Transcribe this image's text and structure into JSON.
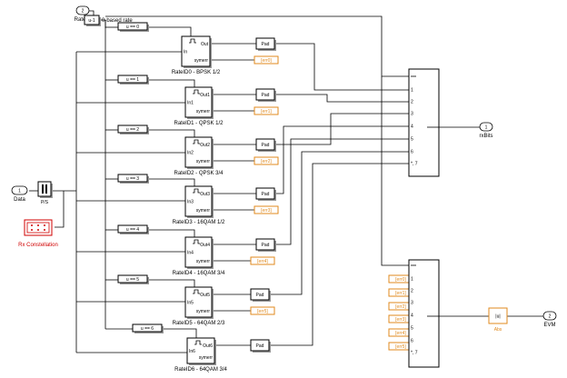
{
  "inports": [
    {
      "number": "2",
      "label": "RateID"
    },
    {
      "number": "1",
      "label": "Data"
    }
  ],
  "outports": [
    {
      "number": "1",
      "label": "rxBits"
    },
    {
      "number": "2",
      "label": "EVM"
    }
  ],
  "rate_offset": {
    "label": "u-1",
    "annotation": "0-based rate"
  },
  "ps_block": {
    "label": "P/S"
  },
  "constellation": {
    "label": "Rx Constellation"
  },
  "rate_compare_labels": [
    "u == 0",
    "u == 1",
    "u == 2",
    "u == 3",
    "u == 4",
    "u == 5",
    "u == 6"
  ],
  "demods": [
    {
      "name": "RateID0 - BPSK 1/2",
      "out": "Out",
      "in": "In",
      "symerr": "symerr"
    },
    {
      "name": "RateID1 - QPSK 1/2",
      "out": "Out1",
      "in": "In1",
      "symerr": "symerr"
    },
    {
      "name": "RateID2 - QPSK 3/4",
      "out": "Out2",
      "in": "In2",
      "symerr": "symerr"
    },
    {
      "name": "RateID3 - 16QAM 1/2",
      "out": "Out3",
      "in": "In3",
      "symerr": "symerr"
    },
    {
      "name": "RateID4 - 16QAM 3/4",
      "out": "Out4",
      "in": "In4",
      "symerr": "symerr"
    },
    {
      "name": "RateID5 - 64QAM 2/3",
      "out": "Out5",
      "in": "In5",
      "symerr": "symerr"
    },
    {
      "name": "RateID6 - 64QAM 3/4",
      "out": "Out6",
      "in": "In6",
      "symerr": "symerr"
    }
  ],
  "pad_label": "Pad",
  "goto_tags": [
    "[err0]",
    "[err1]",
    "[err2]",
    "[err3]",
    "[err4]",
    "[err5]"
  ],
  "from_tags": [
    "[err0]",
    "[err1]",
    "[err2]",
    "[err3]",
    "[err4]",
    "[err5]"
  ],
  "switch_port_labels": [
    "1",
    "2",
    "3",
    "4",
    "5",
    "6",
    "*, 7"
  ],
  "abs_block": {
    "symbol": "|u|",
    "label": "Abs"
  },
  "colors": {
    "wire": "#000000",
    "tag": "#e08a1e",
    "scope": "#d00000"
  }
}
